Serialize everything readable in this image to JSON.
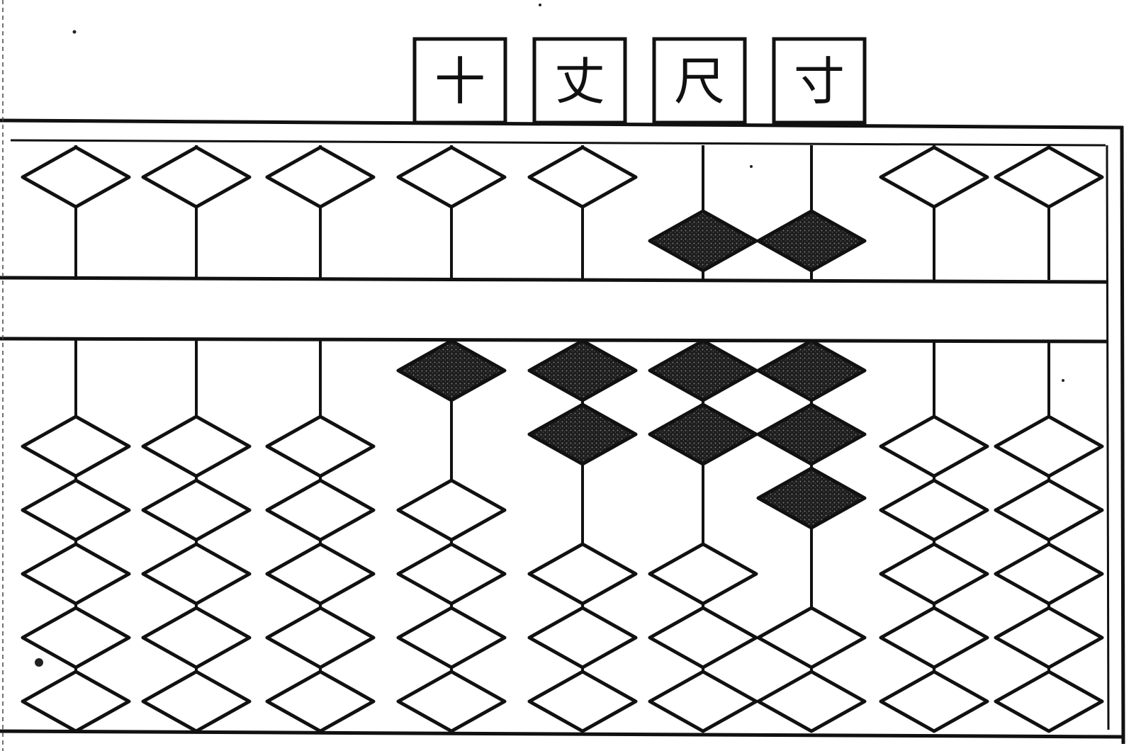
{
  "abacus": {
    "unit_labels": [
      {
        "text": "十",
        "over_rod": 3
      },
      {
        "text": "丈",
        "over_rod": 4
      },
      {
        "text": "尺",
        "over_rod": 5
      },
      {
        "text": "寸",
        "over_rod": 6
      }
    ],
    "upper_beads_per_rod": 1,
    "lower_beads_per_rod": 5,
    "rods": [
      {
        "upper_active": 0,
        "lower_active": 0
      },
      {
        "upper_active": 0,
        "lower_active": 0
      },
      {
        "upper_active": 0,
        "lower_active": 0
      },
      {
        "upper_active": 0,
        "lower_active": 1
      },
      {
        "upper_active": 0,
        "lower_active": 2
      },
      {
        "upper_active": 1,
        "lower_active": 2
      },
      {
        "upper_active": 1,
        "lower_active": 3
      },
      {
        "upper_active": 0,
        "lower_active": 0
      },
      {
        "upper_active": 0,
        "lower_active": 0
      }
    ],
    "colors": {
      "ink": "#111111",
      "active_bead": "#1e1e1e",
      "inactive_bead": "#ffffff",
      "paper": "#ffffff"
    }
  }
}
